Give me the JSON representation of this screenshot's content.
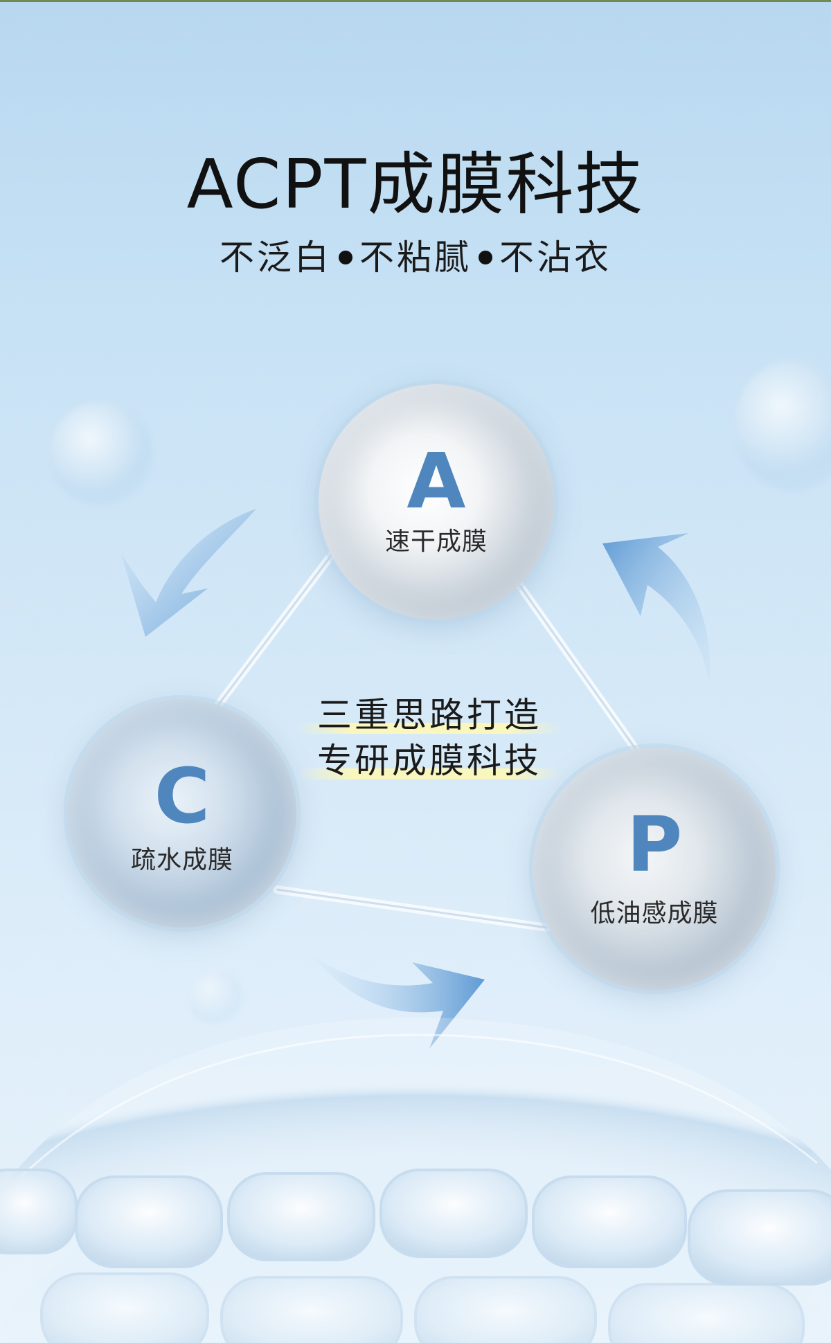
{
  "header": {
    "title": "ACPT成膜科技",
    "features": [
      "不泛白",
      "不粘腻",
      "不沾衣"
    ]
  },
  "spheres": {
    "a": {
      "letter": "A",
      "label": "速干成膜"
    },
    "c": {
      "letter": "C",
      "label": "疏水成膜"
    },
    "p": {
      "letter": "P",
      "label": "低油感成膜"
    }
  },
  "center": {
    "line1": "三重思路打造",
    "line2": "专研成膜科技"
  },
  "colors": {
    "accent": "#4f86bd",
    "arrow": "#6aa3d8",
    "background_top": "#b8d8f0",
    "background_bottom": "#e8f3fb"
  },
  "icons": [
    "cycle-arrow-icon",
    "cycle-arrow-icon",
    "cycle-arrow-icon"
  ]
}
